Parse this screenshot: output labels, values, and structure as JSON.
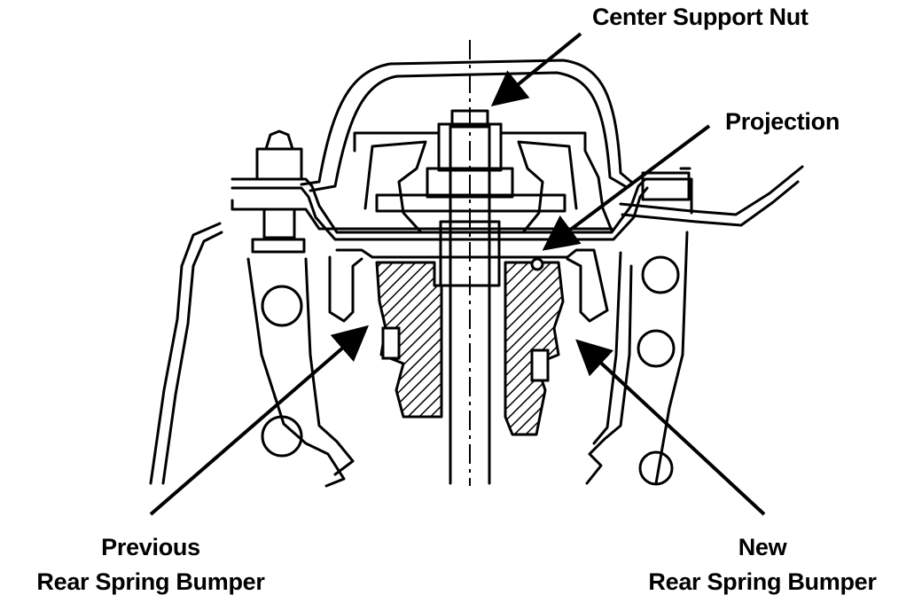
{
  "labels": {
    "center_support_nut": "Center Support Nut",
    "projection": "Projection",
    "previous_bumper_line1": "Previous",
    "previous_bumper_line2": "Rear Spring Bumper",
    "new_bumper_line1": "New",
    "new_bumper_line2": "Rear Spring Bumper"
  },
  "colors": {
    "ink": "#000000",
    "paper": "#ffffff"
  }
}
